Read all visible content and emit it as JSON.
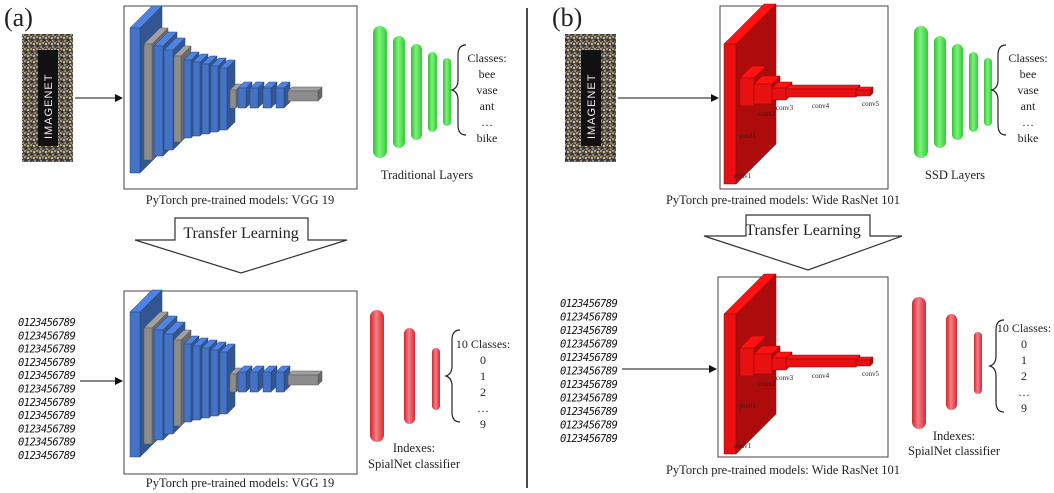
{
  "panel_a": {
    "label": "(a)",
    "top": {
      "logo_text": "IMAGENET",
      "caption": "PyTorch pre-trained models: VGG 19",
      "layers_label": "Traditional Layers",
      "classes": [
        "Classes:",
        "bee",
        "vase",
        "ant",
        "…",
        "bike"
      ]
    },
    "transfer": "Transfer Learning",
    "bottom": {
      "caption": "PyTorch pre-trained models: VGG 19",
      "layers_label": [
        "Indexes:",
        "SpialNet classifier"
      ],
      "classes": [
        "10 Classes:",
        "0",
        "1",
        "2",
        "…",
        "9"
      ]
    }
  },
  "panel_b": {
    "label": "(b)",
    "top": {
      "logo_text": "IMAGENET",
      "caption": "PyTorch pre-trained models: Wide RasNet 101",
      "layers_label": "SSD Layers",
      "classes": [
        "Classes:",
        "bee",
        "vase",
        "ant",
        "…",
        "bike"
      ],
      "block_labels": [
        "conv1",
        "pool1",
        "conv2",
        "conv3",
        "conv4",
        "conv5"
      ]
    },
    "transfer": "Transfer Learning",
    "bottom": {
      "caption": "PyTorch pre-trained models: Wide RasNet 101",
      "layers_label": [
        "Indexes:",
        "SpialNet classifier"
      ],
      "classes": [
        "10 Classes:",
        "0",
        "1",
        "2",
        "…",
        "9"
      ],
      "block_labels": [
        "conv1",
        "pool1",
        "conv2",
        "conv3",
        "conv4",
        "conv5"
      ]
    }
  },
  "digit_rows": [
    "0123456789",
    "0123456789",
    "0123456789",
    "0123456789",
    "0123456789",
    "0123456789",
    "0123456789",
    "0123456789",
    "0123456789",
    "0123456789",
    "0123456789"
  ],
  "colors": {
    "vgg_blue": "#4472c4",
    "vgg_gray": "#8c8c8c",
    "resnet_red": "#e81010",
    "green_layers": "#55e055",
    "red_layers": "#e8424c"
  }
}
